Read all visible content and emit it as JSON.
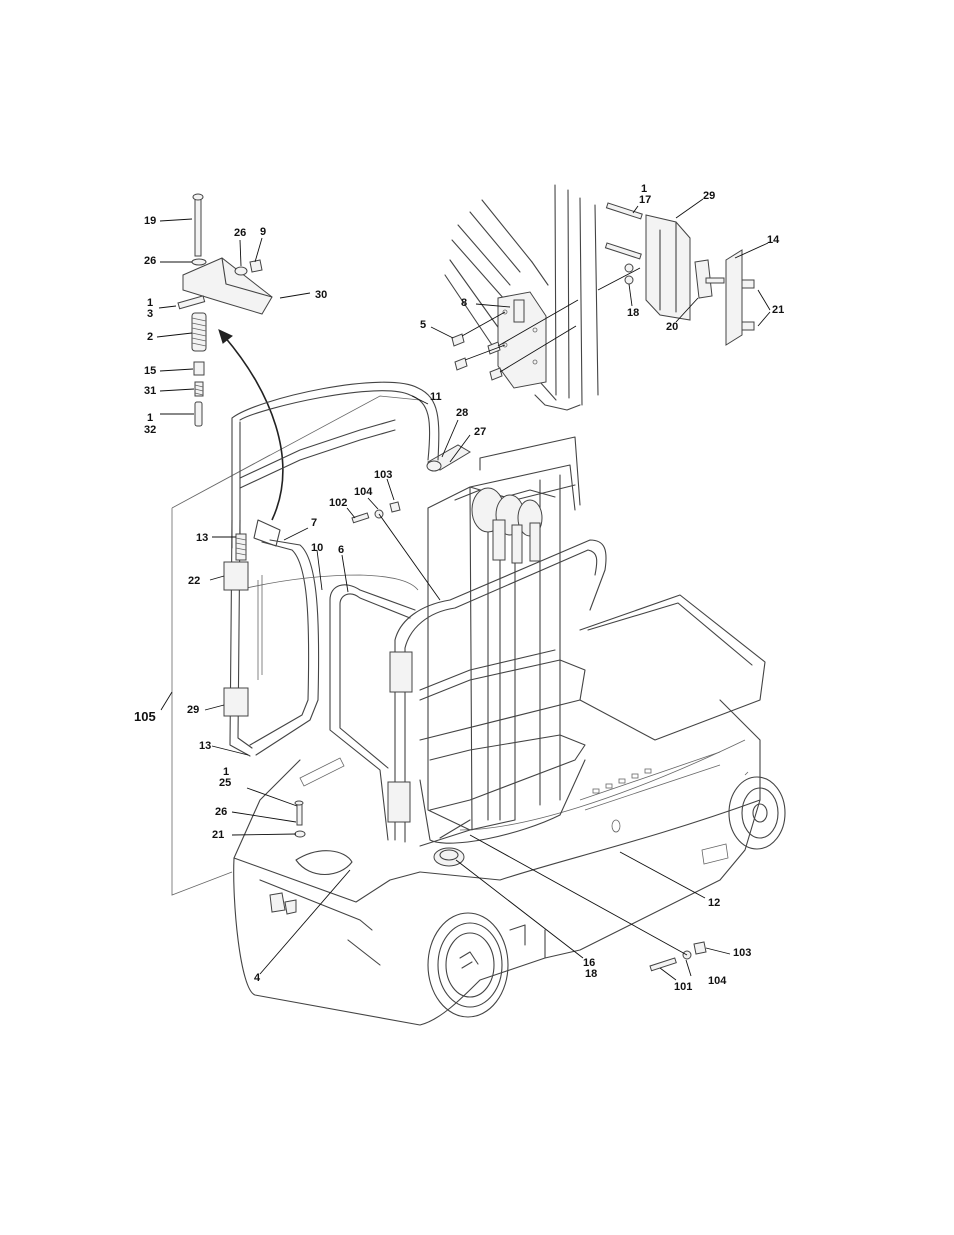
{
  "callouts": [
    {
      "id": "c19",
      "text": "19"
    },
    {
      "id": "c26a",
      "text": "26"
    },
    {
      "id": "c9",
      "text": "9"
    },
    {
      "id": "c26b",
      "text": "26"
    },
    {
      "id": "c1a",
      "text": "1"
    },
    {
      "id": "c3",
      "text": "3"
    },
    {
      "id": "c30",
      "text": "30"
    },
    {
      "id": "c2",
      "text": "2"
    },
    {
      "id": "c15",
      "text": "15"
    },
    {
      "id": "c31",
      "text": "31"
    },
    {
      "id": "c1b",
      "text": "1"
    },
    {
      "id": "c32",
      "text": "32"
    },
    {
      "id": "c8",
      "text": "8"
    },
    {
      "id": "c5",
      "text": "5"
    },
    {
      "id": "c1c",
      "text": "1"
    },
    {
      "id": "c17",
      "text": "17"
    },
    {
      "id": "c29a",
      "text": "29"
    },
    {
      "id": "c14",
      "text": "14"
    },
    {
      "id": "c18a",
      "text": "18"
    },
    {
      "id": "c20",
      "text": "20"
    },
    {
      "id": "c21a",
      "text": "21"
    },
    {
      "id": "c11",
      "text": "11"
    },
    {
      "id": "c28",
      "text": "28"
    },
    {
      "id": "c27",
      "text": "27"
    },
    {
      "id": "c103a",
      "text": "103"
    },
    {
      "id": "c104a",
      "text": "104"
    },
    {
      "id": "c102",
      "text": "102"
    },
    {
      "id": "c13a",
      "text": "13"
    },
    {
      "id": "c7",
      "text": "7"
    },
    {
      "id": "c10",
      "text": "10"
    },
    {
      "id": "c6",
      "text": "6"
    },
    {
      "id": "c22",
      "text": "22"
    },
    {
      "id": "c105",
      "text": "105"
    },
    {
      "id": "c29b",
      "text": "29"
    },
    {
      "id": "c13b",
      "text": "13"
    },
    {
      "id": "c1d",
      "text": "1"
    },
    {
      "id": "c25",
      "text": "25"
    },
    {
      "id": "c26c",
      "text": "26"
    },
    {
      "id": "c21b",
      "text": "21"
    },
    {
      "id": "c12",
      "text": "12"
    },
    {
      "id": "c4",
      "text": "4"
    },
    {
      "id": "c16",
      "text": "16"
    },
    {
      "id": "c18b",
      "text": "18"
    },
    {
      "id": "c103b",
      "text": "103"
    },
    {
      "id": "c104b",
      "text": "104"
    },
    {
      "id": "c101",
      "text": "101"
    }
  ]
}
